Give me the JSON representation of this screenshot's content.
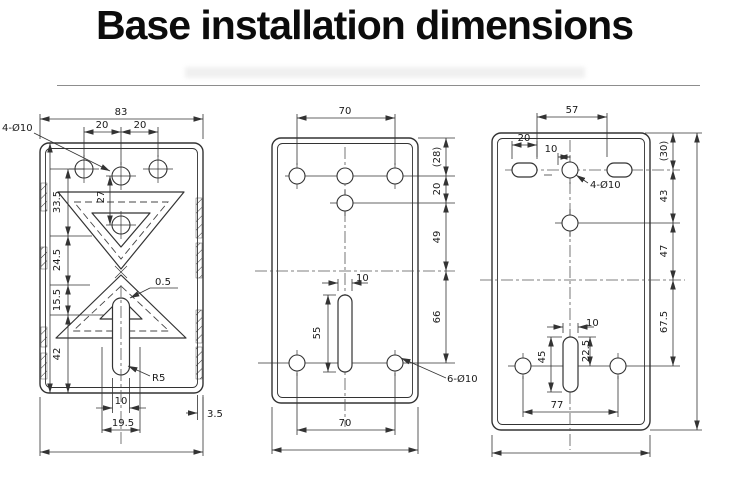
{
  "title": "Base installation dimensions",
  "colors": {
    "line": "#333333",
    "text": "#1a1a1a",
    "title": "#0c0c0c",
    "divider": "#8d8d8d"
  },
  "views": {
    "front": {
      "dims": {
        "overall_width": "83",
        "pitch_a": "20",
        "pitch_b": "20",
        "holes_callout": "4-Ø10",
        "d335": "33.5",
        "d27": "27",
        "d245": "24.5",
        "d155": "15.5",
        "d42": "42",
        "rib_note": "0.5",
        "slot_radius": "R5",
        "slot_width": "10",
        "slot_pitch": "19.5",
        "thickness": "3.5"
      }
    },
    "back": {
      "dims": {
        "top_pitch": "70",
        "e28": "(28)",
        "g20": "20",
        "g49": "49",
        "g66": "66",
        "slot_width": "10",
        "slot_length": "55",
        "holes_callout": "6-Ø10",
        "bottom_pitch": "70"
      }
    },
    "side": {
      "dims": {
        "top_pitch": "57",
        "slot_len": "20",
        "off10": "10",
        "holes_callout": "4-Ø10",
        "e30": "(30)",
        "g43": "43",
        "g47": "47",
        "g675": "67.5",
        "slot_width": "10",
        "g45": "45",
        "g225": "22.5",
        "bottom_pitch": "77"
      }
    }
  }
}
